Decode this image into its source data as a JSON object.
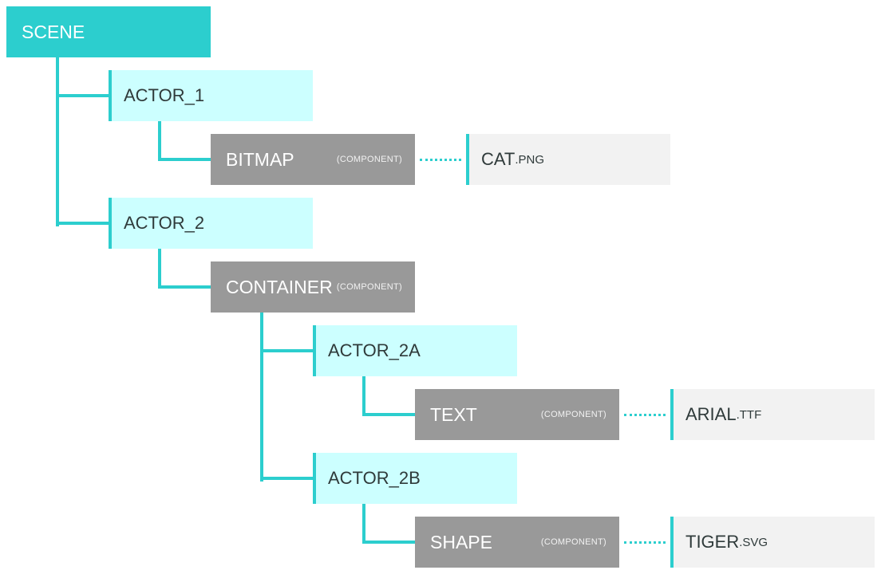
{
  "colors": {
    "accent": "#2ccece",
    "actor_bg": "#ccffff",
    "component_bg": "#999999",
    "asset_bg": "#f2f2f2"
  },
  "scene": {
    "label": "SCENE"
  },
  "actor_1": {
    "label": "ACTOR_1",
    "component": {
      "label": "BITMAP",
      "tag": "(COMPONENT)"
    },
    "asset": {
      "name": "CAT",
      "ext": ".PNG"
    }
  },
  "actor_2": {
    "label": "ACTOR_2",
    "component": {
      "label": "CONTAINER",
      "tag": "(COMPONENT)"
    },
    "children": {
      "actor_2a": {
        "label": "ACTOR_2A",
        "component": {
          "label": "TEXT",
          "tag": "(COMPONENT)"
        },
        "asset": {
          "name": "ARIAL",
          "ext": ".TTF"
        }
      },
      "actor_2b": {
        "label": "ACTOR_2B",
        "component": {
          "label": "SHAPE",
          "tag": "(COMPONENT)"
        },
        "asset": {
          "name": "TIGER",
          "ext": ".SVG"
        }
      }
    }
  }
}
